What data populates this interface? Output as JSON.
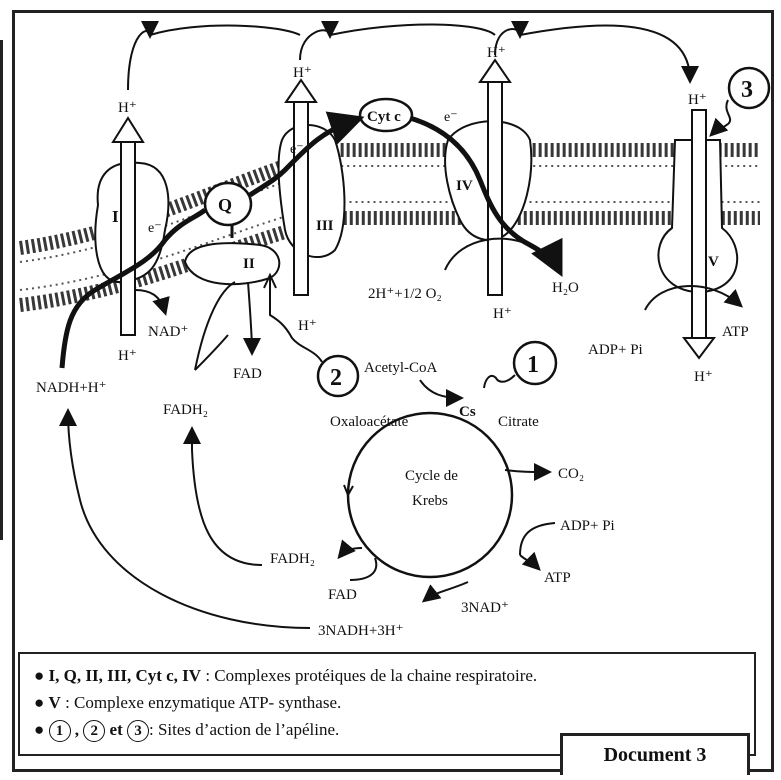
{
  "membrane": {
    "complex_I": "I",
    "complex_Q": "Q",
    "complex_II": "II",
    "complex_III": "III",
    "cytc": "Cyt c",
    "complex_IV": "IV",
    "complex_V": "V",
    "electron": "e⁻",
    "h_plus": "H⁺",
    "nadh": "NADH+H⁺",
    "nad": "NAD⁺",
    "fad": "FAD",
    "fadh2": "FADH₂",
    "water_reaction": "2H⁺+1/2 O₂",
    "water": "H₂O",
    "adp_pi": "ADP+ Pi",
    "atp": "ATP",
    "site1": "1",
    "site2": "2",
    "site3": "3"
  },
  "krebs": {
    "cycle_label_1": "Cycle de",
    "cycle_label_2": "Krebs",
    "acetyl_coa": "Acetyl-CoA",
    "oxaloacetate": "Oxaloacétate",
    "cs": "Cs",
    "citrate": "Citrate",
    "co2": "CO₂",
    "adp_pi": "ADP+ Pi",
    "atp": "ATP",
    "nad3": "3NAD⁺",
    "nadh3": "3NADH+3H⁺",
    "fad": "FAD",
    "fadh2": "FADH₂"
  },
  "legend": {
    "row1_bold": "I, Q, II, III, Cyt c, IV",
    "row1_text": " : Complexes protéiques de la chaine respiratoire.",
    "row2_bold": "V",
    "row2_text": " : Complexe enzymatique ATP- synthase.",
    "row3_sep1": " , ",
    "row3_et": " et ",
    "row3_text": ": Sites d’action de l’apéline.",
    "circle1": "1",
    "circle2": "2",
    "circle3": "3"
  },
  "document_label": "Document 3"
}
